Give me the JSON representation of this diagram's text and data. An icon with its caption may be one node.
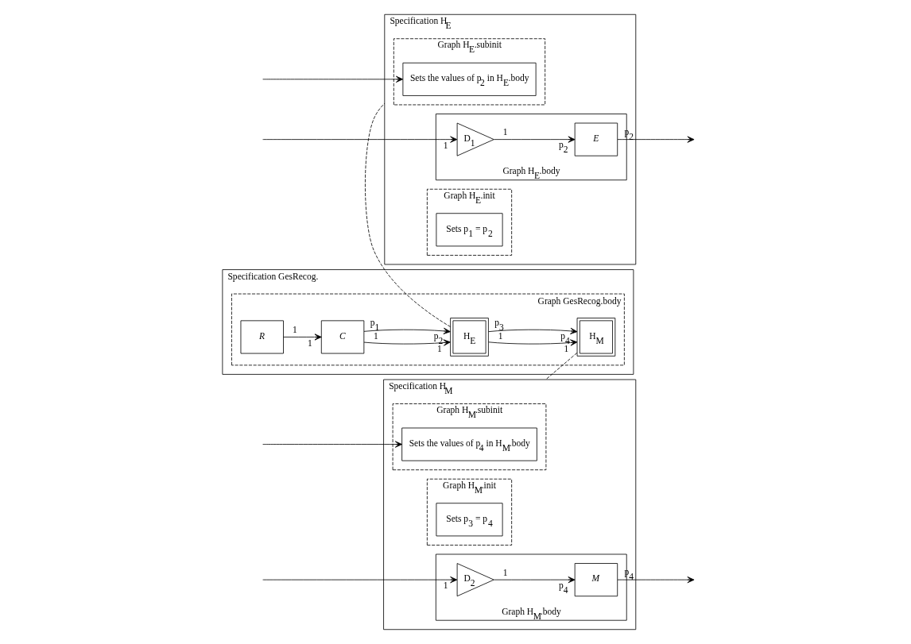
{
  "diagram": {
    "nodes": [
      {
        "text": [
          "Specification GesRecog."
        ]
      },
      {
        "text": [
          "Graph GesRecog.body"
        ],
        "in": 0
      },
      {
        "text": [
          "R"
        ],
        "in": 1
      },
      {
        "text": [
          "C"
        ],
        "in": 1
      },
      {
        "text": [
          "H$_{E}$"
        ],
        "in": 1
      },
      {
        "text": [
          "H$_{M}$"
        ],
        "in": 1
      },
      {
        "text": [
          "Specification H$_{E}$"
        ]
      },
      {
        "text": [
          "Graph H$_{E}$.subinit"
        ],
        "in": 6
      },
      {
        "text": [
          "Sets the values of p$_{2}$ in H$_{E}$.body"
        ],
        "in": 7
      },
      {
        "text": [
          "Graph H$_{E}$.init"
        ],
        "in": 6
      },
      {
        "text": [
          "Sets p$_{1}$ = p$_{2}$"
        ],
        "in": 9
      },
      {
        "text": [
          "Graph H$_{E}$.body"
        ],
        "in": 6
      },
      {
        "text": [
          "D$_{1}$"
        ],
        "in": 11
      },
      {
        "text": [
          "E"
        ],
        "in": 11
      },
      {
        "text": [
          "Specification H$_{M}$"
        ]
      },
      {
        "text": [
          "Graph H$_{M}$.subinit"
        ],
        "in": 14
      },
      {
        "text": [
          "Sets the values of p$_{4}$ in H$_{M}$.body"
        ],
        "in": 15
      },
      {
        "text": [
          "Graph H$_{M}$.init"
        ],
        "in": 14
      },
      {
        "text": [
          "Sets p$_{3}$ = p$_{4}$"
        ],
        "in": 17
      },
      {
        "text": [
          "Graph H$_{M}$.body"
        ],
        "in": 14
      },
      {
        "text": [
          "D$_{2}$"
        ],
        "in": 19
      },
      {
        "text": [
          "M"
        ],
        "in": 19
      }
    ],
    "edges": [
      {
        "from": 2,
        "to": 3,
        "arrow": "to"
      },
      {
        "from": 3,
        "to": 4,
        "arrow": "to"
      },
      {
        "from": 3,
        "to": 4,
        "arrow": "to"
      },
      {
        "from": 4,
        "to": 5,
        "arrow": "to"
      },
      {
        "from": 4,
        "to": 5,
        "arrow": "to"
      },
      {
        "from": 4,
        "to": 6,
        "arrow": "none",
        "style": "dashed"
      },
      {
        "from": 5,
        "to": 14,
        "arrow": "none",
        "style": "dashed"
      },
      {
        "from": null,
        "to": 8,
        "arrow": "to"
      },
      {
        "from": null,
        "to": 16,
        "arrow": "to"
      },
      {
        "from": null,
        "to": 12,
        "arrow": "to"
      },
      {
        "from": 12,
        "to": 13,
        "arrow": "to"
      },
      {
        "from": 13,
        "to": null,
        "arrow": "to"
      },
      {
        "from": null,
        "to": 20,
        "arrow": "to"
      },
      {
        "from": 20,
        "to": 21,
        "arrow": "to"
      },
      {
        "from": 21,
        "to": null,
        "arrow": "to"
      }
    ],
    "labels": [
      "p$_{1}$",
      "p$_{2}$",
      "p$_{3}$",
      "p$_{4}$",
      "1",
      "1",
      "1",
      "1",
      "1",
      "1",
      "1",
      "1",
      "p$_{2}$",
      "p$_{2}$",
      "1",
      "1",
      "p$_{4}$",
      "p$_{4}$"
    ]
  }
}
